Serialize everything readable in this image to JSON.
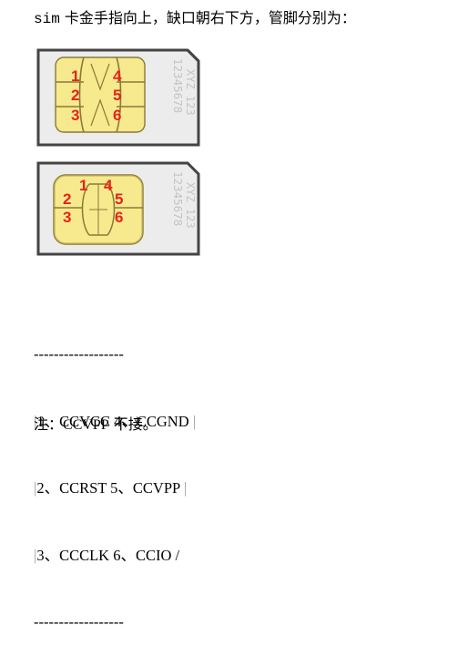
{
  "intro": {
    "prefix": "sim",
    "text": " 卡金手指向上，缺口朝右下方，管脚分别为："
  },
  "card_top": {
    "pins": [
      "1",
      "2",
      "3",
      "4",
      "5",
      "6"
    ],
    "number_text": "12345678",
    "code_text": "XYZ 123"
  },
  "card_bottom": {
    "pins": [
      "1",
      "2",
      "3",
      "4",
      "5",
      "6"
    ],
    "number_text": "12345678",
    "code_text": "XYZ 123"
  },
  "legend": {
    "top_rule": "------------------",
    "rows": [
      {
        "bar": "|",
        "text": "1、CCVCC 4、CCGND ",
        "end": "|"
      },
      {
        "bar": "|",
        "text": "2、CCRST 5、CCVPP ",
        "end": "|"
      },
      {
        "bar": "|",
        "text": "3、CCCLK 6、CCIO ",
        "end": "/"
      }
    ],
    "bottom_rule": "------------------"
  },
  "note": {
    "label": "注：",
    "code": "CCVPP",
    "text": " 不接。"
  },
  "colors": {
    "card_fill": "#ececec",
    "card_border": "#444444",
    "chip_gold": "#f6e98e",
    "chip_outline": "#8a7a36",
    "pin_label": "#e8231a",
    "card_text": "#c4c4c4"
  }
}
